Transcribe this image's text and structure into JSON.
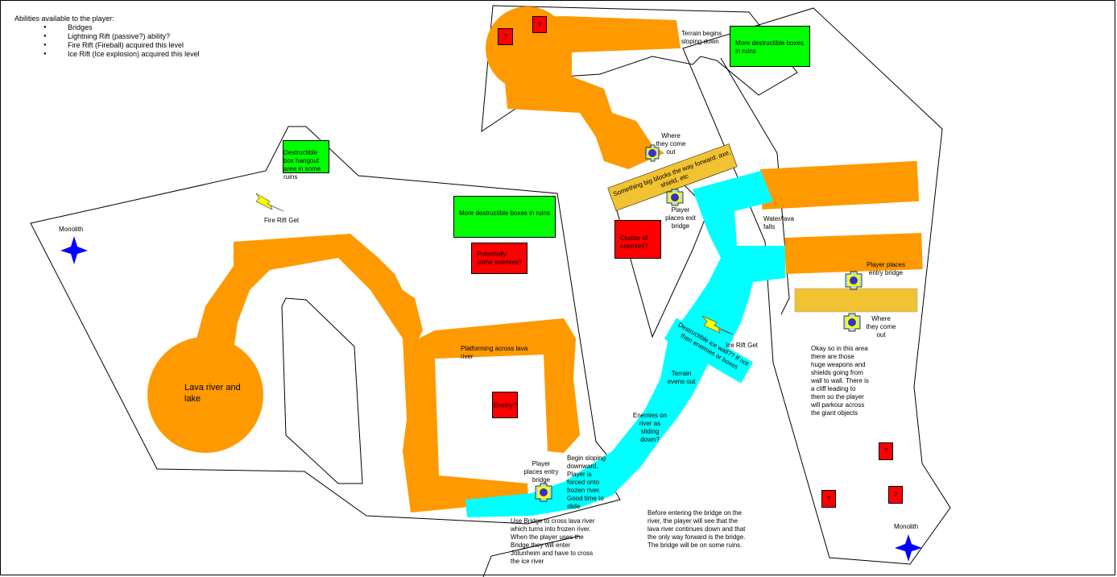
{
  "abilities": {
    "heading": "Abilities available to the player:",
    "items": [
      "Bridges",
      "Lightning Rift (passive?) ability?",
      "Fire Rift (Fireball) acquired this level",
      "Ice Rift (Ice explosion) acquired this level"
    ]
  },
  "labels": {
    "monolith_left": "Monolith",
    "monolith_right": "Monolith",
    "fire_rift_get": "Fire Rift Get",
    "ice_rift_get": "Ice Rift Get",
    "lava_lake": "Lava river and lake",
    "platforming": "Platforming across lava river",
    "player_entry_bridge_left": "Player places entry bridge",
    "begin_sloping": "Begin sloping downward, Player is forced onto frozen river. Good time to slide",
    "use_bridge": "Use Bridge to cross lava river which turns into frozen river. When the player uses the Bridge they will enter Jotunheim and have to cross the ice river",
    "before_entering": "Before entering the bridge on the river, the player will see that the lava river continues down and that the only way forward is the bridge. The bridge will be on some ruins.",
    "enemies_sliding": "Enemies on river as sliding down?",
    "terrain_evens": "Terrain evens out",
    "ice_wall": "Destructible ice wall?? If not then enemies or boxes",
    "where_come_out_top": "Where they come out",
    "player_exit_bridge": "Player places exit bridge",
    "something_big": "Something big blocks the way forward: axe, shield, etc",
    "terrain_sloping": "Terrain begins sloping down",
    "water_lava_falls": "Water/lava falls",
    "player_entry_bridge_right": "Player places entry bridge",
    "where_come_out_right": "Where they come out",
    "okay_so": "Okay so in this area there are those huge weapons and shields going from wall to wall. There is a cliff leading to them so the player will parkour across the giant objects"
  },
  "boxes": {
    "destructible_hangout": "Destructible box hangout area in some ruins",
    "more_boxes_mid": "More destructible boxes in ruins",
    "more_boxes_top": "More destructible boxes in ruins",
    "potentially_enemies": "Potentially some enemies?",
    "enemy": "Enemy?",
    "cluster_enemies": "Cluster of enemies?",
    "question_mark": "?"
  },
  "colors": {
    "lava": "#ff9900",
    "ice": "#00ffff",
    "green_box": "#00ff00",
    "red_box": "#ff0000",
    "gold": "#f1c232",
    "lightning": "#ffff00",
    "monolith": "#0000ff"
  },
  "icons": [
    "lightning-bolt-icon",
    "monolith-star-icon",
    "bridge-marker-icon"
  ]
}
